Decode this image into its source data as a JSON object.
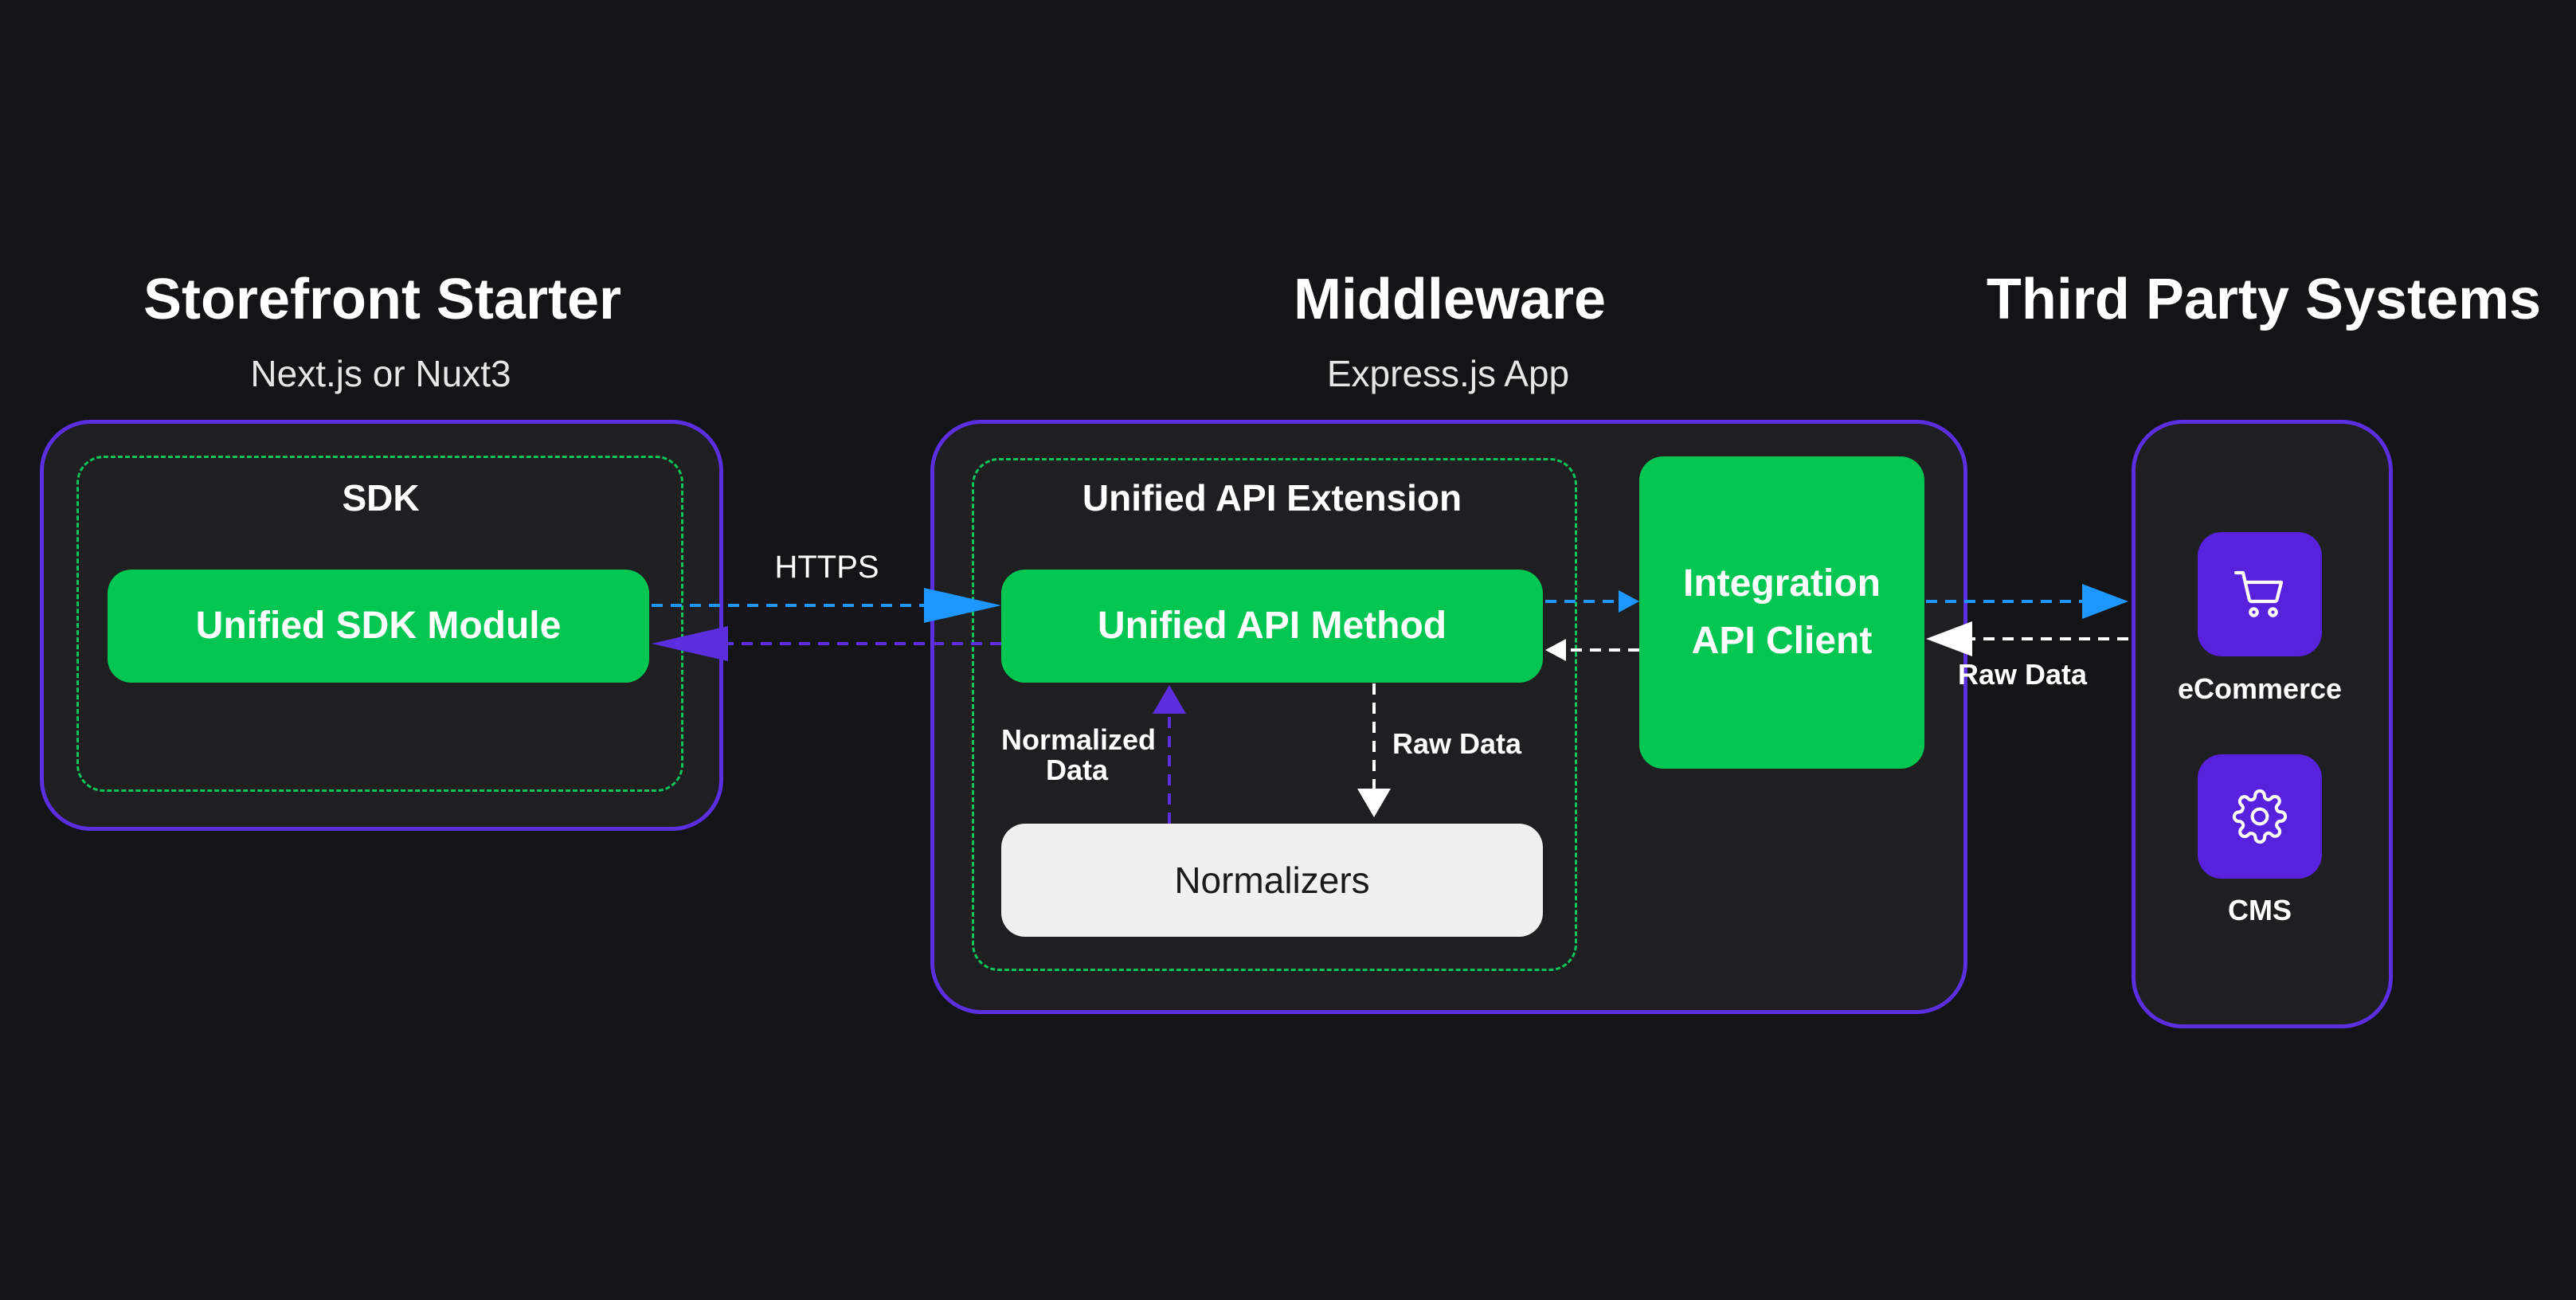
{
  "colors": {
    "background": "#141416",
    "container_border": "#5b2ee0",
    "container_fill": "#1f1f22",
    "green": "#02c652",
    "blue_arrow": "#1e96ff",
    "purple_arrow": "#5b2ee0",
    "white_arrow": "#ffffff",
    "icon_tile": "#5721dd"
  },
  "storefront": {
    "title": "Storefront Starter",
    "subtitle": "Next.js or Nuxt3",
    "sdk_label": "SDK",
    "module_label": "Unified SDK Module"
  },
  "middleware": {
    "title": "Middleware",
    "subtitle": "Express.js App",
    "extension_label": "Unified API Extension",
    "method_label": "Unified API Method",
    "normalizers_label": "Normalizers",
    "client_line1": "Integration",
    "client_line2": "API Client"
  },
  "third_party": {
    "title": "Third Party Systems",
    "systems": [
      {
        "icon": "cart-icon",
        "label": "eCommerce"
      },
      {
        "icon": "gear-icon",
        "label": "CMS"
      }
    ]
  },
  "edges": {
    "https": "HTTPS",
    "normalized_line1": "Normalized",
    "normalized_line2": "Data",
    "raw_data_internal": "Raw Data",
    "raw_data_external": "Raw Data"
  }
}
